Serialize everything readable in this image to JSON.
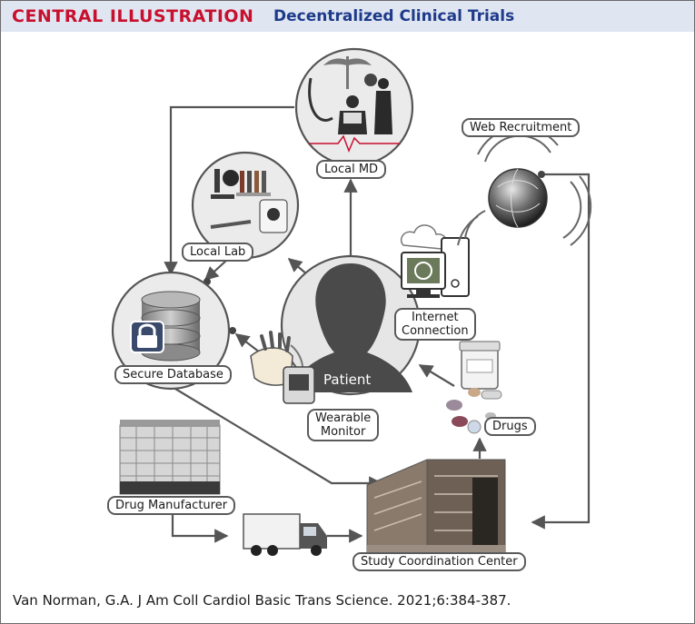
{
  "header": {
    "title": "CENTRAL ILLUSTRATION",
    "subtitle": "Decentralized Clinical Trials"
  },
  "nodes": {
    "local_md": "Local MD",
    "web_recruitment": "Web Recruitment",
    "local_lab": "Local Lab",
    "internet_line1": "Internet",
    "internet_line2": "Connection",
    "secure_database": "Secure Database",
    "patient": "Patient",
    "wearable_line1": "Wearable",
    "wearable_line2": "Monitor",
    "drugs": "Drugs",
    "drug_manufacturer": "Drug Manufacturer",
    "study_center": "Study Coordination Center"
  },
  "citation": "Van Norman, G.A. J Am Coll Cardiol Basic Trans Science. 2021;6:384-387.",
  "colors": {
    "title_red": "#c8102e",
    "subtitle_blue": "#1e3a8a",
    "header_bg": "#dfe6f2",
    "arrow_gray": "#555555",
    "patient_dark": "#4a4a4a"
  }
}
